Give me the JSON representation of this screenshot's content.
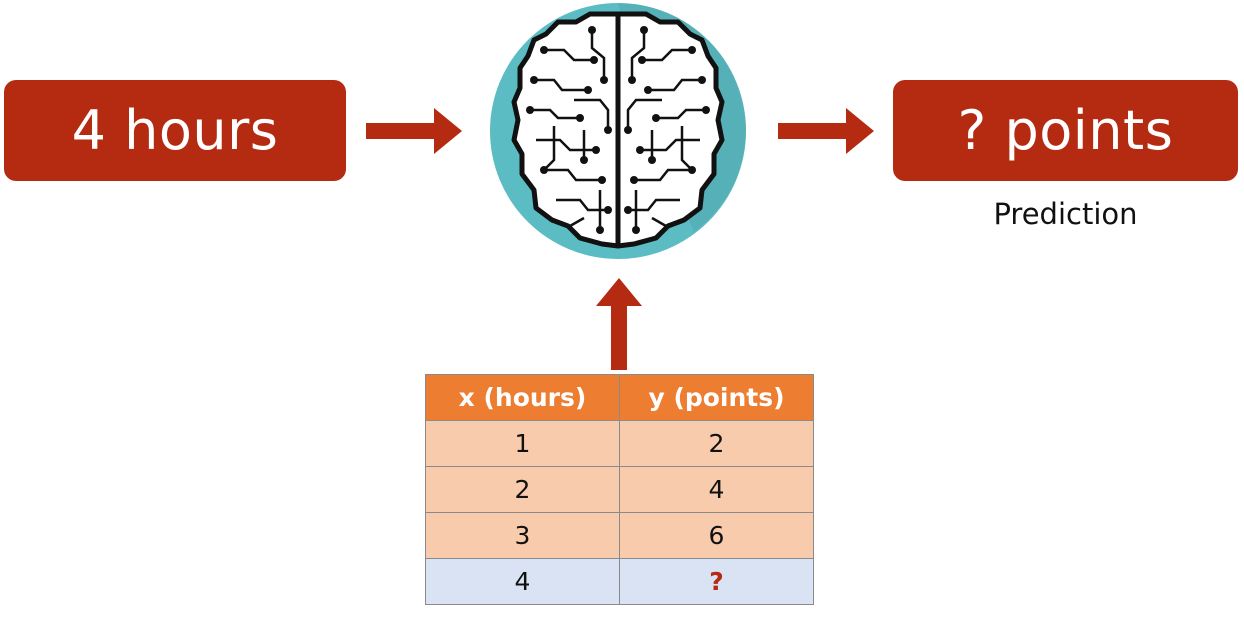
{
  "input_box": {
    "label": "4 hours"
  },
  "output_box": {
    "label": "? points",
    "caption": "Prediction"
  },
  "colors": {
    "box": "#b52b12",
    "arrow": "#b52b12",
    "brain_circle": "#5cbcc4",
    "header": "#ed7d31",
    "row": "#f8cbad",
    "query_row": "#dae3f3"
  },
  "table": {
    "headers": [
      "x (hours)",
      "y (points)"
    ],
    "rows": [
      [
        "1",
        "2"
      ],
      [
        "2",
        "4"
      ],
      [
        "3",
        "6"
      ],
      [
        "4",
        "?"
      ]
    ]
  }
}
